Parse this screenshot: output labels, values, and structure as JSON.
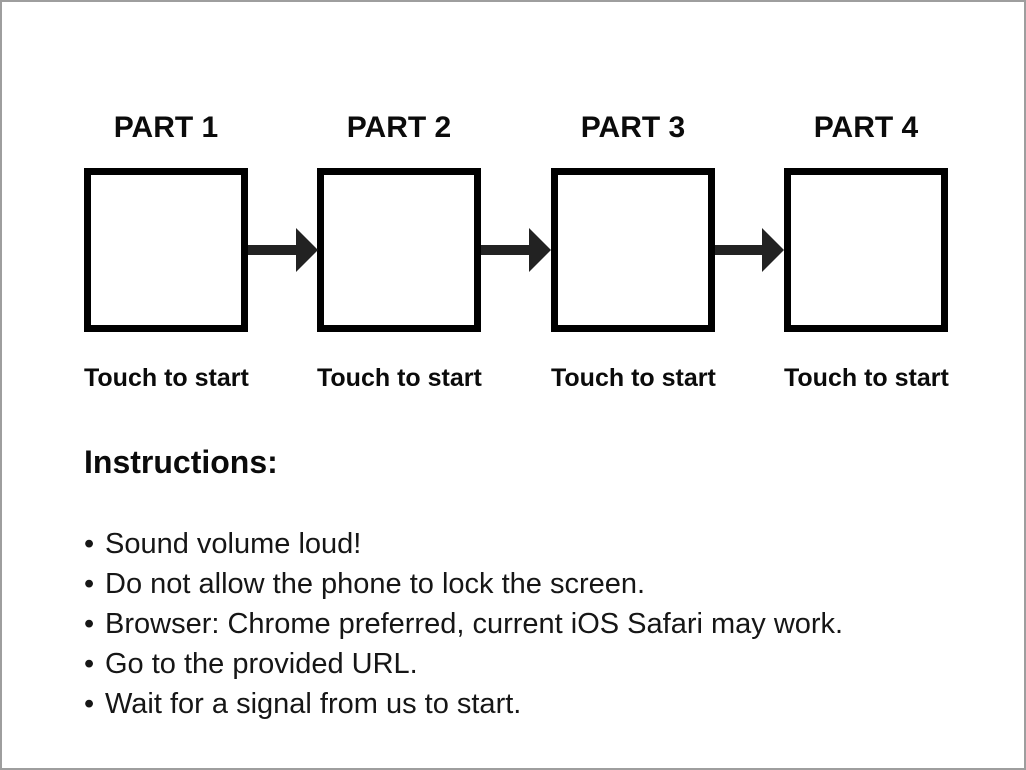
{
  "page": {
    "background_color": "#ffffff",
    "border_color": "#9e9e9e"
  },
  "flow": {
    "box_border_color": "#000000",
    "arrow_color": "#222222",
    "parts": [
      {
        "label": "PART 1",
        "caption": "Touch to start"
      },
      {
        "label": "PART 2",
        "caption": "Touch to start"
      },
      {
        "label": "PART 3",
        "caption": "Touch to start"
      },
      {
        "label": "PART 4",
        "caption": "Touch to start"
      }
    ]
  },
  "instructions": {
    "heading": "Instructions:",
    "bullet_glyph": "•",
    "items": [
      "Sound volume loud!",
      "Do not allow the phone to lock the screen.",
      "Browser: Chrome preferred, current iOS Safari may work.",
      "Go to the provided URL.",
      "Wait for a signal from us to start."
    ]
  }
}
